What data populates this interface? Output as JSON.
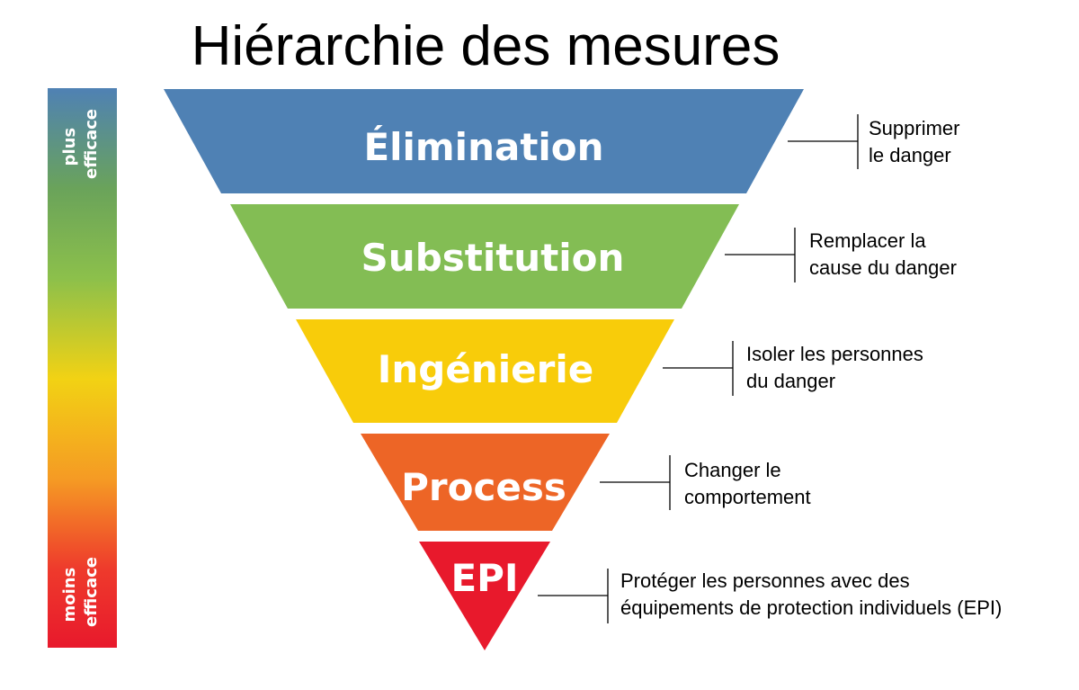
{
  "title": "Hiérarchie des mesures",
  "scale": {
    "top_label": [
      "plus",
      "efficace"
    ],
    "bottom_label": [
      "moins",
      "efficace"
    ],
    "colors": [
      "#4f81b4",
      "#6aa35a",
      "#8cc04b",
      "#f2d214",
      "#f59a24",
      "#ee3a2c",
      "#e8192c"
    ]
  },
  "levels": [
    {
      "label": "Élimination",
      "color": "#4f81b4",
      "description": [
        "Supprimer",
        "le danger"
      ]
    },
    {
      "label": "Substitution",
      "color": "#83bd54",
      "description": [
        "Remplacer la",
        "cause du danger"
      ]
    },
    {
      "label": "Ingénierie",
      "color": "#f8cc0a",
      "description": [
        "Isoler les personnes",
        "du danger"
      ]
    },
    {
      "label": "Process",
      "color": "#ed6526",
      "description": [
        "Changer le",
        "comportement"
      ]
    },
    {
      "label": "EPI",
      "color": "#e8192c",
      "description": [
        "Protéger les personnes avec des",
        "équipements de protection individuels (EPI)"
      ]
    }
  ]
}
